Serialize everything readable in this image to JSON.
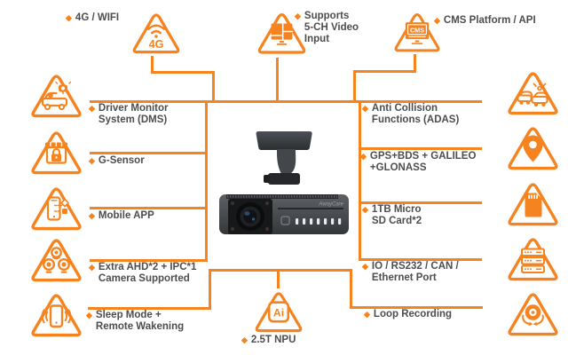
{
  "colors": {
    "accent": "#F5831F",
    "label_text": "#4D4D4F",
    "background": "#FFFFFF",
    "device_dark": "#3A3D41"
  },
  "bullet": "◆",
  "device": {
    "brand_text": "AwayCare"
  },
  "features": {
    "top": [
      {
        "id": "wifi",
        "icon": "wifi-4g-icon",
        "icon_text": "4G",
        "lines": [
          "4G / WIFI"
        ]
      },
      {
        "id": "video-input",
        "icon": "video-wall-icon",
        "lines": [
          "Supports",
          "5-CH Video",
          "Input"
        ]
      },
      {
        "id": "cms",
        "icon": "cms-monitor-icon",
        "icon_text": "CMS",
        "lines": [
          "CMS Platform / API"
        ]
      }
    ],
    "bottom": [
      {
        "id": "npu",
        "icon": "ai-chip-icon",
        "icon_text": "Ai",
        "lines": [
          "2.5T NPU"
        ]
      }
    ],
    "left": [
      {
        "id": "dms",
        "icon": "driver-monitor-icon",
        "lines": [
          "Driver Monitor",
          "System (DMS)"
        ]
      },
      {
        "id": "g-sensor",
        "icon": "g-sensor-icon",
        "lines": [
          "G-Sensor"
        ]
      },
      {
        "id": "mobile-app",
        "icon": "mobile-app-icon",
        "lines": [
          "Mobile APP"
        ]
      },
      {
        "id": "extra-cameras",
        "icon": "cameras-icon",
        "lines": [
          "Extra AHD*2 + IPC*1",
          "Camera Supported"
        ]
      },
      {
        "id": "sleep-mode",
        "icon": "phone-wake-icon",
        "lines": [
          "Sleep Mode +",
          "Remote Wakening"
        ]
      }
    ],
    "right": [
      {
        "id": "adas",
        "icon": "car-collision-icon",
        "lines": [
          "Anti Collision",
          "Functions (ADAS)"
        ]
      },
      {
        "id": "gnss",
        "icon": "location-pin-icon",
        "lines": [
          "GPS+BDS + GALILEO",
          "+GLONASS"
        ]
      },
      {
        "id": "sd-card",
        "icon": "sd-card-icon",
        "lines": [
          "1TB Micro",
          "SD Card*2"
        ]
      },
      {
        "id": "ports",
        "icon": "io-ports-icon",
        "lines": [
          "IO / RS232 / CAN /",
          "Ethernet Port"
        ]
      },
      {
        "id": "loop-recording",
        "icon": "loop-record-icon",
        "lines": [
          "Loop Recording"
        ]
      }
    ]
  }
}
